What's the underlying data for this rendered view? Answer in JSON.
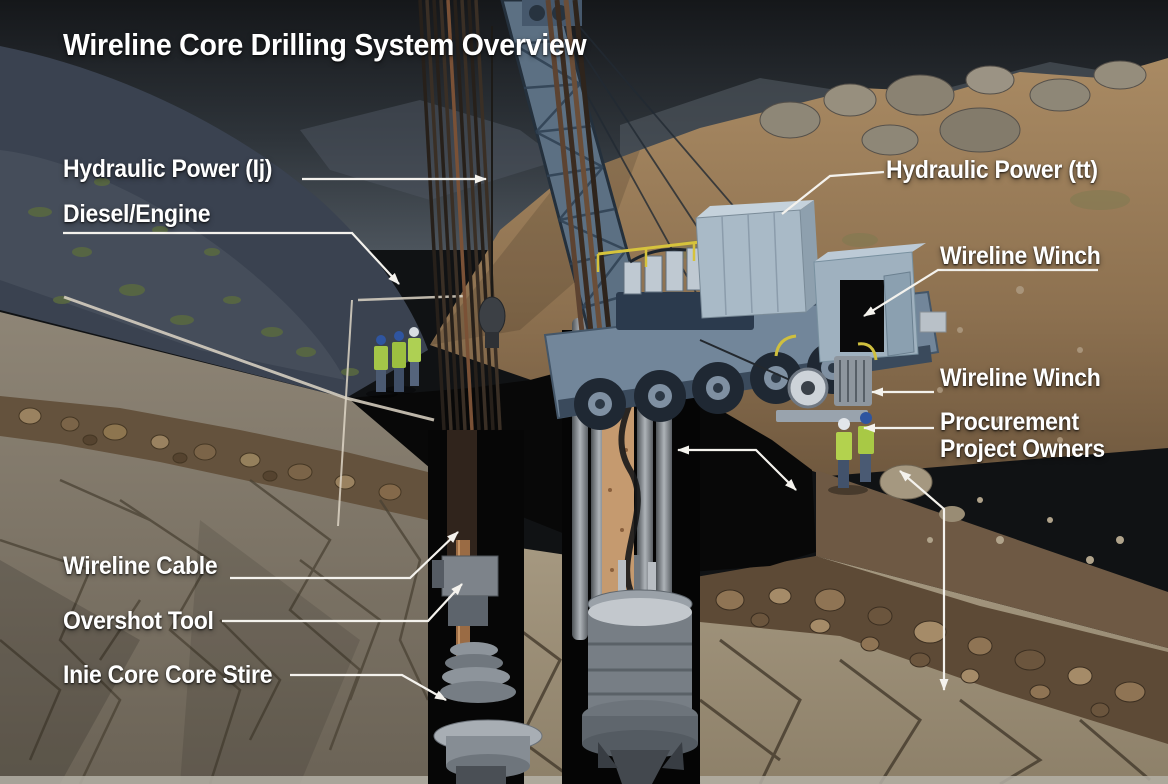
{
  "title": "Wireline Core Drilling System Overview",
  "callouts": {
    "hydraulic_power_left": "Hydraulic Power (Ij)",
    "diesel_engine": "Diesel/Engine",
    "wireline_cable": "Wireline Cable",
    "overshot_tool": "Overshot Tool",
    "inner_core_store": "Inie Core Core Stire",
    "hydraulic_power_right": "Hydraulic Power (tt)",
    "wireline_winch_1": "Wireline Winch",
    "wireline_winch_2": "Wireline Winch",
    "procurement_project_owners": "Procurement Project Owners"
  },
  "colors": {
    "label_text": "#ffffff",
    "leader": "#f4f2ed",
    "sky_top": "#15171a",
    "sky_bottom": "#4c545c",
    "mountain": "#3a4250",
    "terrain_tan": "#9a7c58",
    "pit_black": "#080808",
    "rock_gray": "#8e8576",
    "slab_rock": "#a89b83",
    "cobble_band": "#5d4a36",
    "rig_steel_blue": "#72869a",
    "container_blue": "#a9bac7",
    "handrail_yellow": "#d6c33c",
    "hivis_green": "#a4c648",
    "core_sample_tan": "#c59a6f",
    "copper_rod": "#9a6b44"
  }
}
